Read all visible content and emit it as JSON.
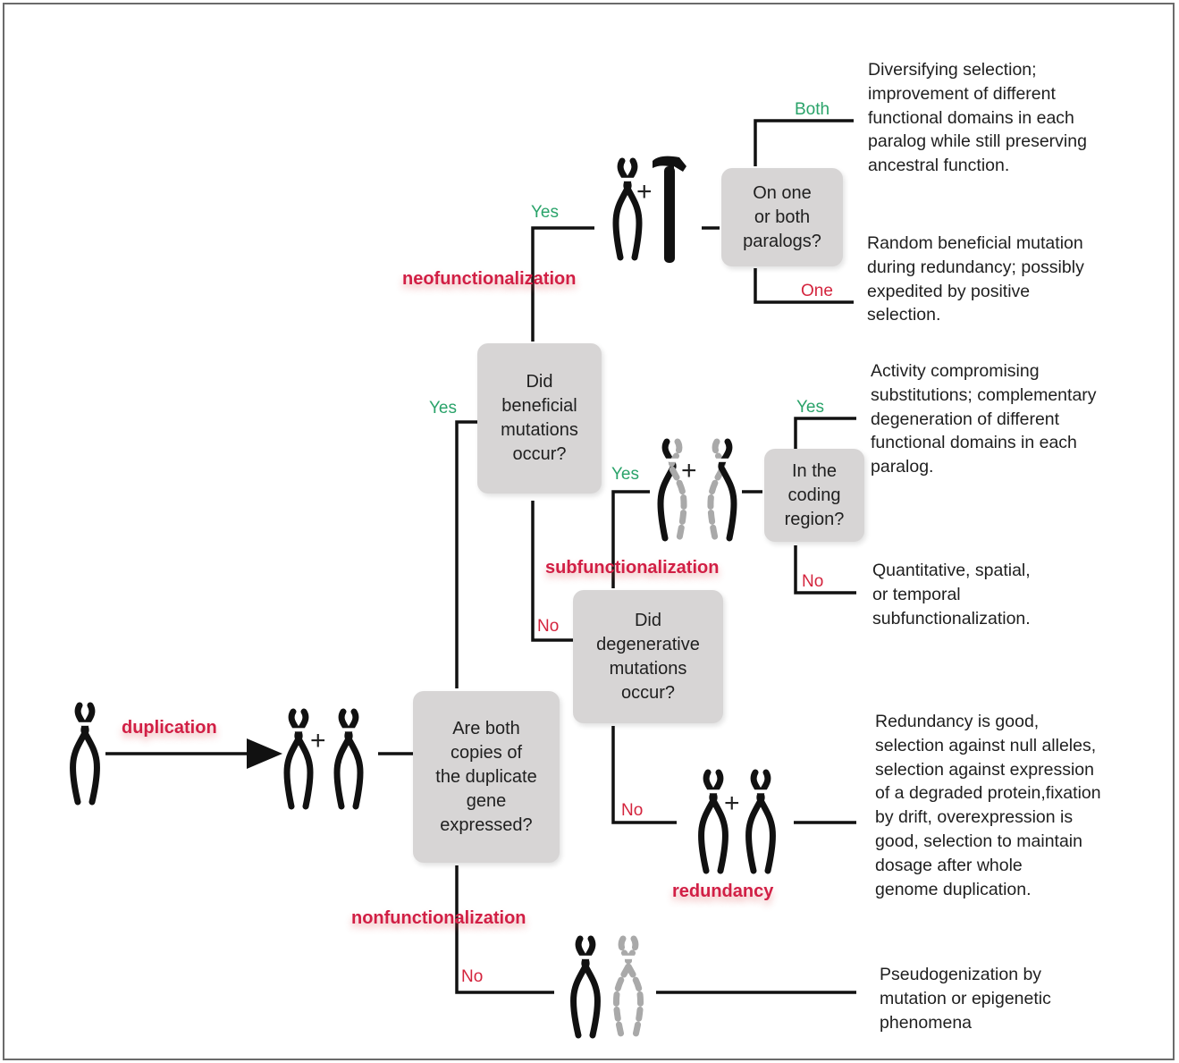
{
  "questions": {
    "expressed": "Are both\ncopies of\nthe duplicate\ngene\nexpressed?",
    "beneficial": "Did\nbeneficial\nmutations\noccur?",
    "degenerative": "Did\ndegenerative\nmutations\noccur?",
    "paralogs": "On one\nor both\nparalogs?",
    "coding": "In the\ncoding\nregion?"
  },
  "processes": {
    "duplication": "duplication",
    "neofunctionalization": "neofunctionalization",
    "subfunctionalization": "subfunctionalization",
    "redundancy": "redundancy",
    "nonfunctionalization": "nonfunctionalization"
  },
  "branch_labels": {
    "yes": "Yes",
    "no": "No",
    "both": "Both",
    "one": "One"
  },
  "outcomes": {
    "both_paralogs": "Diversifying selection;\nimprovement of different\nfunctional domains in each\nparalog while still preserving\nancestral function.",
    "one_paralog": "Random beneficial mutation\nduring redundancy; possibly\nexpedited by positive\nselection.",
    "coding_yes": "Activity compromising\nsubstitutions; complementary\ndegeneration of different\nfunctional domains in each\nparalog.",
    "coding_no": "Quantitative, spatial,\nor temporal\nsubfunctionalization.",
    "redundancy": "Redundancy is good,\nselection against null alleles,\nselection against expression\nof a degraded protein,fixation\nby drift, overexpression is\ngood, selection to maintain\ndosage after whole\ngenome duplication.",
    "pseudogenization": "Pseudogenization by\nmutation or epigenetic\nphenomena"
  },
  "icons": {
    "chromosome": "chromosome-icon",
    "degraded_chromosome": "degraded-chromosome-icon",
    "hammer": "hammer-icon",
    "plus": "+"
  },
  "colors": {
    "yes": "#2aa36a",
    "no": "#d4243d",
    "process": "#d11f45",
    "question_box": "#d7d5d5",
    "line": "#111111",
    "degraded": "#a9a9a9"
  }
}
